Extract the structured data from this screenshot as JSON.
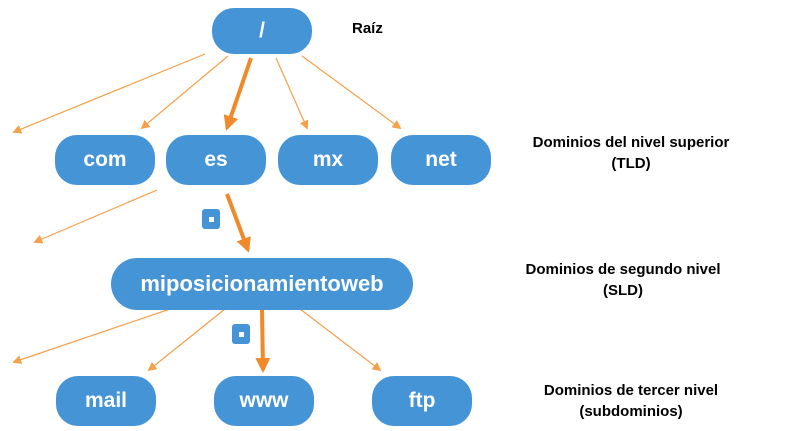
{
  "nodes": {
    "root": "/",
    "tld": [
      "com",
      "es",
      "mx",
      "net"
    ],
    "sld": "miposicionamientoweb",
    "sub": [
      "mail",
      "www",
      "ftp"
    ]
  },
  "separator_glyph": ".",
  "levels": {
    "root": "Raíz",
    "tld_line1": "Dominios del nivel superior",
    "tld_line2": "(TLD)",
    "sld_line1": "Dominios de segundo nivel",
    "sld_line2": "(SLD)",
    "sub_line1": "Dominios de tercer nivel",
    "sub_line2": "(subdominios)"
  },
  "colors": {
    "node": "#4594d6",
    "arrow": "#f5a04a",
    "text": "#000000"
  }
}
